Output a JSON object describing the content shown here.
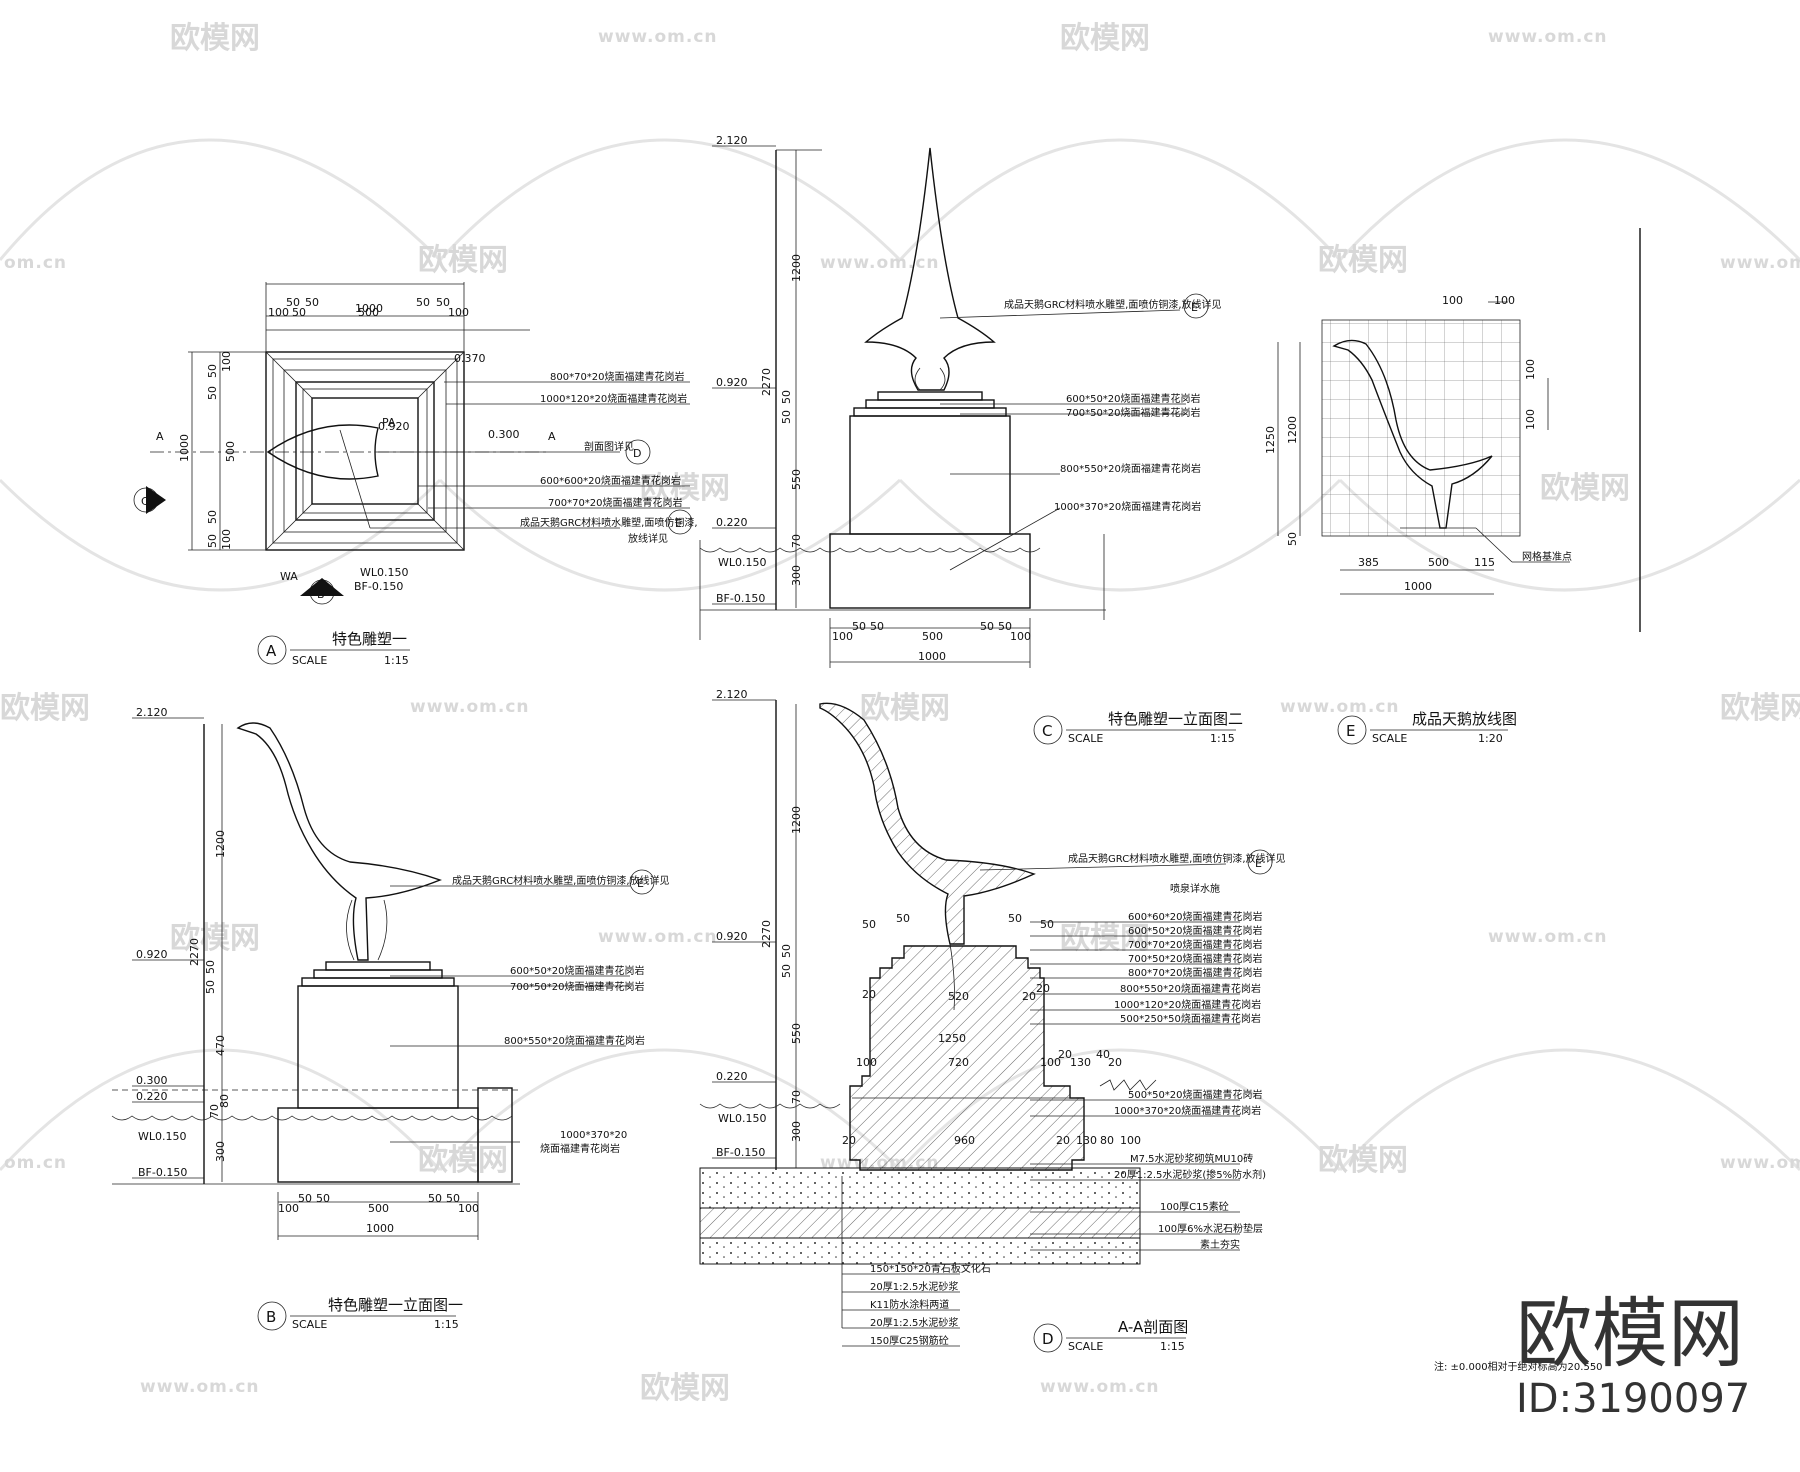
{
  "watermark": {
    "brand": "欧模网",
    "url": "www.om.cn",
    "url_short": "om.cn"
  },
  "corner": {
    "brand": "欧模网",
    "id": "ID:3190097"
  },
  "footnote": "注: ±0.000相对于绝对标高为20.550",
  "view_a": {
    "mark": "A",
    "title": "特色雕塑一",
    "scale_label": "SCALE",
    "scale": "1:15",
    "dims_top": [
      "1000",
      "50",
      "50",
      "100",
      "50",
      "500",
      "50",
      "50",
      "100"
    ],
    "dims_left": [
      "1000",
      "50",
      "50",
      "100",
      "500",
      "50",
      "50",
      "100"
    ],
    "levels": [
      "0.370",
      "0.920",
      "0.300",
      "WL0.150",
      "BF-0.150"
    ],
    "labels": [
      "PA",
      "WA",
      "A",
      "A"
    ],
    "section_marks": [
      "C",
      "B"
    ],
    "callouts": [
      "800*70*20烧面福建青花岗岩",
      "1000*120*20烧面福建青花岗岩",
      "剖面图详见",
      "600*600*20烧面福建青花岗岩",
      "700*70*20烧面福建青花岗岩",
      "成品天鹅GRC材料喷水雕塑,面喷仿铜漆,",
      "放线详见"
    ],
    "callout_refs": [
      "D",
      "E"
    ]
  },
  "view_c": {
    "mark": "C",
    "title": "特色雕塑一立面图二",
    "scale_label": "SCALE",
    "scale": "1:15",
    "levels": [
      "2.120",
      "0.920",
      "0.220",
      "WL0.150",
      "BF-0.150"
    ],
    "vdims": [
      "1200",
      "2270",
      "50",
      "50",
      "550",
      "70",
      "300"
    ],
    "hdims": [
      "100",
      "50",
      "50",
      "500",
      "50",
      "50",
      "100",
      "1000"
    ],
    "callouts": [
      "成品天鹅GRC材料喷水雕塑,面喷仿铜漆,放线详见",
      "600*50*20烧面福建青花岗岩",
      "700*50*20烧面福建青花岗岩",
      "800*550*20烧面福建青花岗岩",
      "1000*370*20烧面福建青花岗岩"
    ],
    "callout_ref": "E"
  },
  "view_e": {
    "mark": "E",
    "title": "成品天鹅放线图",
    "scale_label": "SCALE",
    "scale": "1:20",
    "dims": [
      "100",
      "100",
      "100",
      "100",
      "1250",
      "1200",
      "50",
      "385",
      "500",
      "115",
      "1000"
    ],
    "callout": "网格基准点"
  },
  "view_b": {
    "mark": "B",
    "title": "特色雕塑一立面图一",
    "scale_label": "SCALE",
    "scale": "1:15",
    "levels": [
      "2.120",
      "0.920",
      "0.300",
      "0.220",
      "WL0.150",
      "BF-0.150"
    ],
    "vdims": [
      "1200",
      "2270",
      "50",
      "50",
      "470",
      "70",
      "80",
      "300"
    ],
    "hdims": [
      "100",
      "50",
      "50",
      "500",
      "50",
      "50",
      "100",
      "1000"
    ],
    "callouts": [
      "成品天鹅GRC材料喷水雕塑,面喷仿铜漆,放线详见",
      "600*50*20烧面福建青花岗岩",
      "700*50*20烧面福建青花岗岩",
      "800*550*20烧面福建青花岗岩",
      "1000*370*20",
      "烧面福建青花岗岩"
    ],
    "callout_ref": "E"
  },
  "view_d": {
    "mark": "D",
    "title": "A-A剖面图",
    "scale_label": "SCALE",
    "scale": "1:15",
    "levels": [
      "2.120",
      "0.920",
      "0.220",
      "WL0.150",
      "BF-0.150"
    ],
    "vdims": [
      "1200",
      "2270",
      "50",
      "50",
      "550",
      "70",
      "300"
    ],
    "inner_dims": [
      "50",
      "50",
      "50",
      "50",
      "20",
      "20",
      "520",
      "20",
      "1250",
      "100",
      "720",
      "20",
      "40",
      "100",
      "130",
      "20",
      "20",
      "960",
      "20",
      "130",
      "80",
      "100"
    ],
    "callouts": [
      "成品天鹅GRC材料喷水雕塑,面喷仿铜漆,放线详见",
      "喷泉详水施",
      "600*60*20烧面福建青花岗岩",
      "600*50*20烧面福建青花岗岩",
      "700*70*20烧面福建青花岗岩",
      "700*50*20烧面福建青花岗岩",
      "800*70*20烧面福建青花岗岩",
      "800*550*20烧面福建青花岗岩",
      "1000*120*20烧面福建青花岗岩",
      "500*250*50烧面福建青花岗岩",
      "500*50*20烧面福建青花岗岩",
      "1000*370*20烧面福建青花岗岩",
      "M7.5水泥砂浆砌筑MU10砖",
      "20厚1:2.5水泥砂浆(掺5%防水剂)",
      "100厚C15素砼",
      "100厚6%水泥石粉垫层",
      "素土夯实"
    ],
    "callout_ref": "E",
    "layers": [
      "150*150*20青石板文化石",
      "20厚1:2.5水泥砂浆",
      "K11防水涂料两道",
      "20厚1:2.5水泥砂浆",
      "150厚C25钢筋砼"
    ]
  }
}
